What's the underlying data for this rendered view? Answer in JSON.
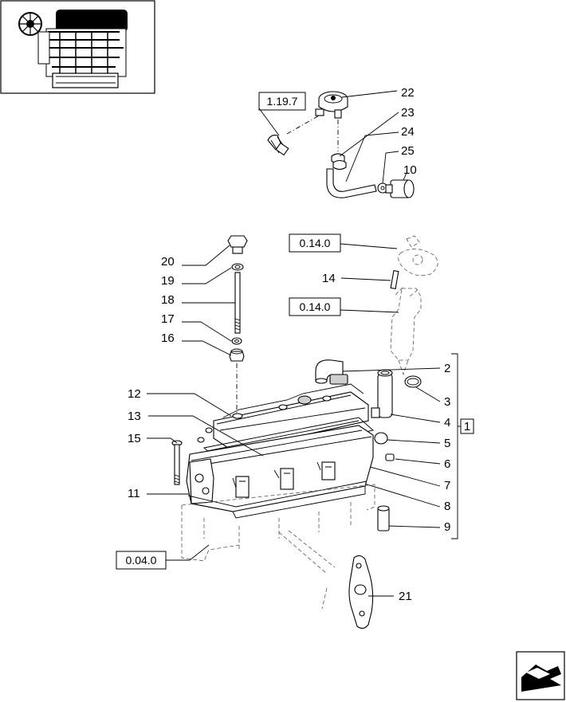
{
  "callouts": [
    "22",
    "23",
    "24",
    "25",
    "10",
    "20",
    "19",
    "18",
    "17",
    "16",
    "14",
    "12",
    "13",
    "15",
    "11",
    "2",
    "3",
    "4",
    "5",
    "6",
    "7",
    "8",
    "9",
    "21"
  ],
  "ref_boxes": [
    "1.19.7",
    "0.14.0",
    "0.14.0",
    "0.04.0"
  ],
  "group_label": "1",
  "thumbnail": {
    "icon": "engine-thumbnail-icon"
  },
  "nav": {
    "icon": "next-page-arrow-icon"
  }
}
